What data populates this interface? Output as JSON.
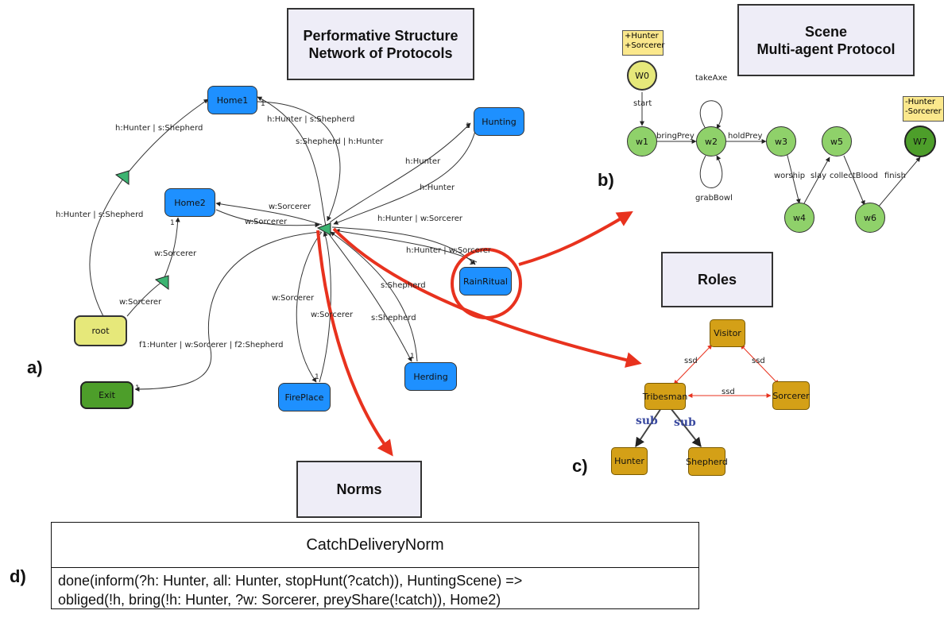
{
  "titles": {
    "performative": "Performative Structure\nNetwork of Protocols",
    "scene": "Scene\nMulti-agent Protocol",
    "roles": "Roles",
    "norms": "Norms"
  },
  "part_labels": {
    "a": "a)",
    "b": "b)",
    "c": "c)",
    "d": "d)"
  },
  "performative_structure": {
    "nodes": {
      "home1": "Home1",
      "home2": "Home2",
      "hunting": "Hunting",
      "rainritual": "RainRitual",
      "root": "root",
      "exit": "Exit",
      "fireplace": "FirePlace",
      "herding": "Herding"
    },
    "edge_labels": {
      "e1": "h:Hunter | s:Shepherd",
      "e2": "h:Hunter | s:Shepherd",
      "e3": "s:Shepherd | h:Hunter",
      "e4": "h:Hunter | s:Shepherd",
      "e5": "w:Sorcerer",
      "e6": "w:Sorcerer",
      "e7": "w:Sorcerer",
      "e8": "w:Sorcerer",
      "e9": "h:Hunter",
      "e10": "h:Hunter",
      "e11": "h:Hunter | w:Sorcerer",
      "e12": "h:Hunter | w:Sorcerer",
      "e13": "s:Shepherd",
      "e14": "s:Shepherd",
      "e15": "w:Sorcerer",
      "e16": "w:Sorcerer",
      "e17": "f1:Hunter | w:Sorcerer | f2:Shepherd"
    },
    "multiplicity": "1"
  },
  "scene": {
    "states": {
      "w0": "W0",
      "w1": "w1",
      "w2": "w2",
      "w3": "w3",
      "w4": "w4",
      "w5": "w5",
      "w6": "w6",
      "w7": "W7"
    },
    "transitions": {
      "start": "start",
      "bringPrey": "bringPrey",
      "takeAxe": "takeAxe",
      "grabBowl": "grabBowl",
      "holdPrey": "holdPrey",
      "worship": "worship",
      "slay": "slay",
      "collectBlood": "collectBlood",
      "finish": "finish"
    },
    "entry_note": [
      "+Hunter",
      "+Sorcerer"
    ],
    "exit_note": [
      "-Hunter",
      "-Sorcerer"
    ]
  },
  "roles": {
    "nodes": {
      "visitor": "Visitor",
      "tribesman": "Tribesman",
      "sorcerer": "Sorcerer",
      "hunter": "Hunter",
      "shepherd": "Shepherd"
    },
    "relations": {
      "ssd1": "ssd",
      "ssd2": "ssd",
      "ssd3": "ssd",
      "sub1": "sub",
      "sub2": "sub"
    }
  },
  "norm": {
    "name": "CatchDeliveryNorm",
    "line1": "done(inform(?h: Hunter, all: Hunter, stopHunt(?catch)), HuntingScene) =>",
    "line2": "obliged(!h, bring(!h: Hunter, ?w: Sorcerer, preyShare(!catch)), Home2)"
  },
  "colors": {
    "protocol": "#1e90ff",
    "root": "#e6e87a",
    "exit": "#4d9e2a",
    "state": "#8fd16a",
    "role": "#d4a017",
    "highlight": "#e8321e",
    "title_bg": "#eeedf7"
  }
}
